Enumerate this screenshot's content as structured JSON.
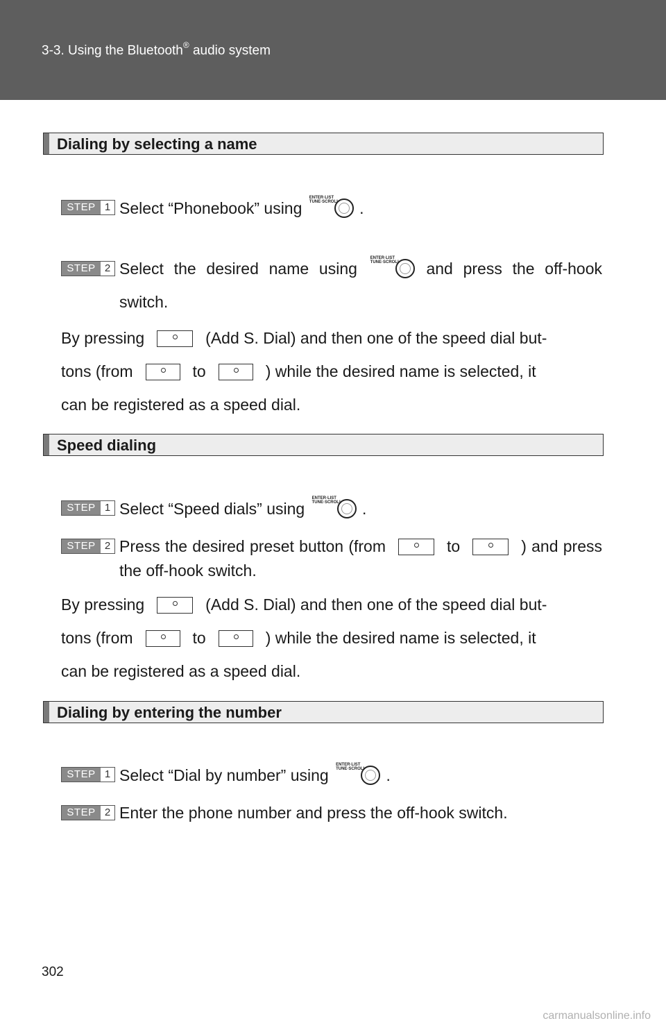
{
  "header": {
    "breadcrumb": "3-3. Using the Bluetooth",
    "reg": "®",
    "breadcrumb_tail": " audio system"
  },
  "knob_label": "ENTER LIST\nTUNE·SCROLL",
  "step_word": "STEP",
  "sections": [
    {
      "title": "Dialing by selecting a name",
      "step1": {
        "num": "1",
        "pre": "Select “Phonebook” using",
        "post": "."
      },
      "step2": {
        "num": "2",
        "pre": "Select the desired name using",
        "post": "and press the off-hook switch."
      },
      "note": {
        "a": "By pressing",
        "b": "(Add S. Dial) and then one of the speed dial but-",
        "c": "tons (from",
        "d": "to",
        "e": ") while the desired name is selected, it",
        "f": "can be registered as a speed dial."
      }
    },
    {
      "title": "Speed dialing",
      "step1": {
        "num": "1",
        "pre": "Select “Speed dials” using",
        "post": "."
      },
      "step2": {
        "num": "2",
        "a": "Press the desired preset button (from",
        "b": "to",
        "c": ") and press the off-hook switch."
      },
      "note": {
        "a": "By pressing",
        "b": "(Add S. Dial) and then one of the speed dial but-",
        "c": "tons (from",
        "d": "to",
        "e": ") while the desired name is selected, it",
        "f": "can be registered as a speed dial."
      }
    },
    {
      "title": "Dialing by entering the number",
      "step1": {
        "num": "1",
        "pre": "Select “Dial by number” using",
        "post": "."
      },
      "step2": {
        "num": "2",
        "text": "Enter the phone number and press the off-hook switch."
      }
    }
  ],
  "page_number": "302",
  "watermark": "carmanualsonline.info"
}
